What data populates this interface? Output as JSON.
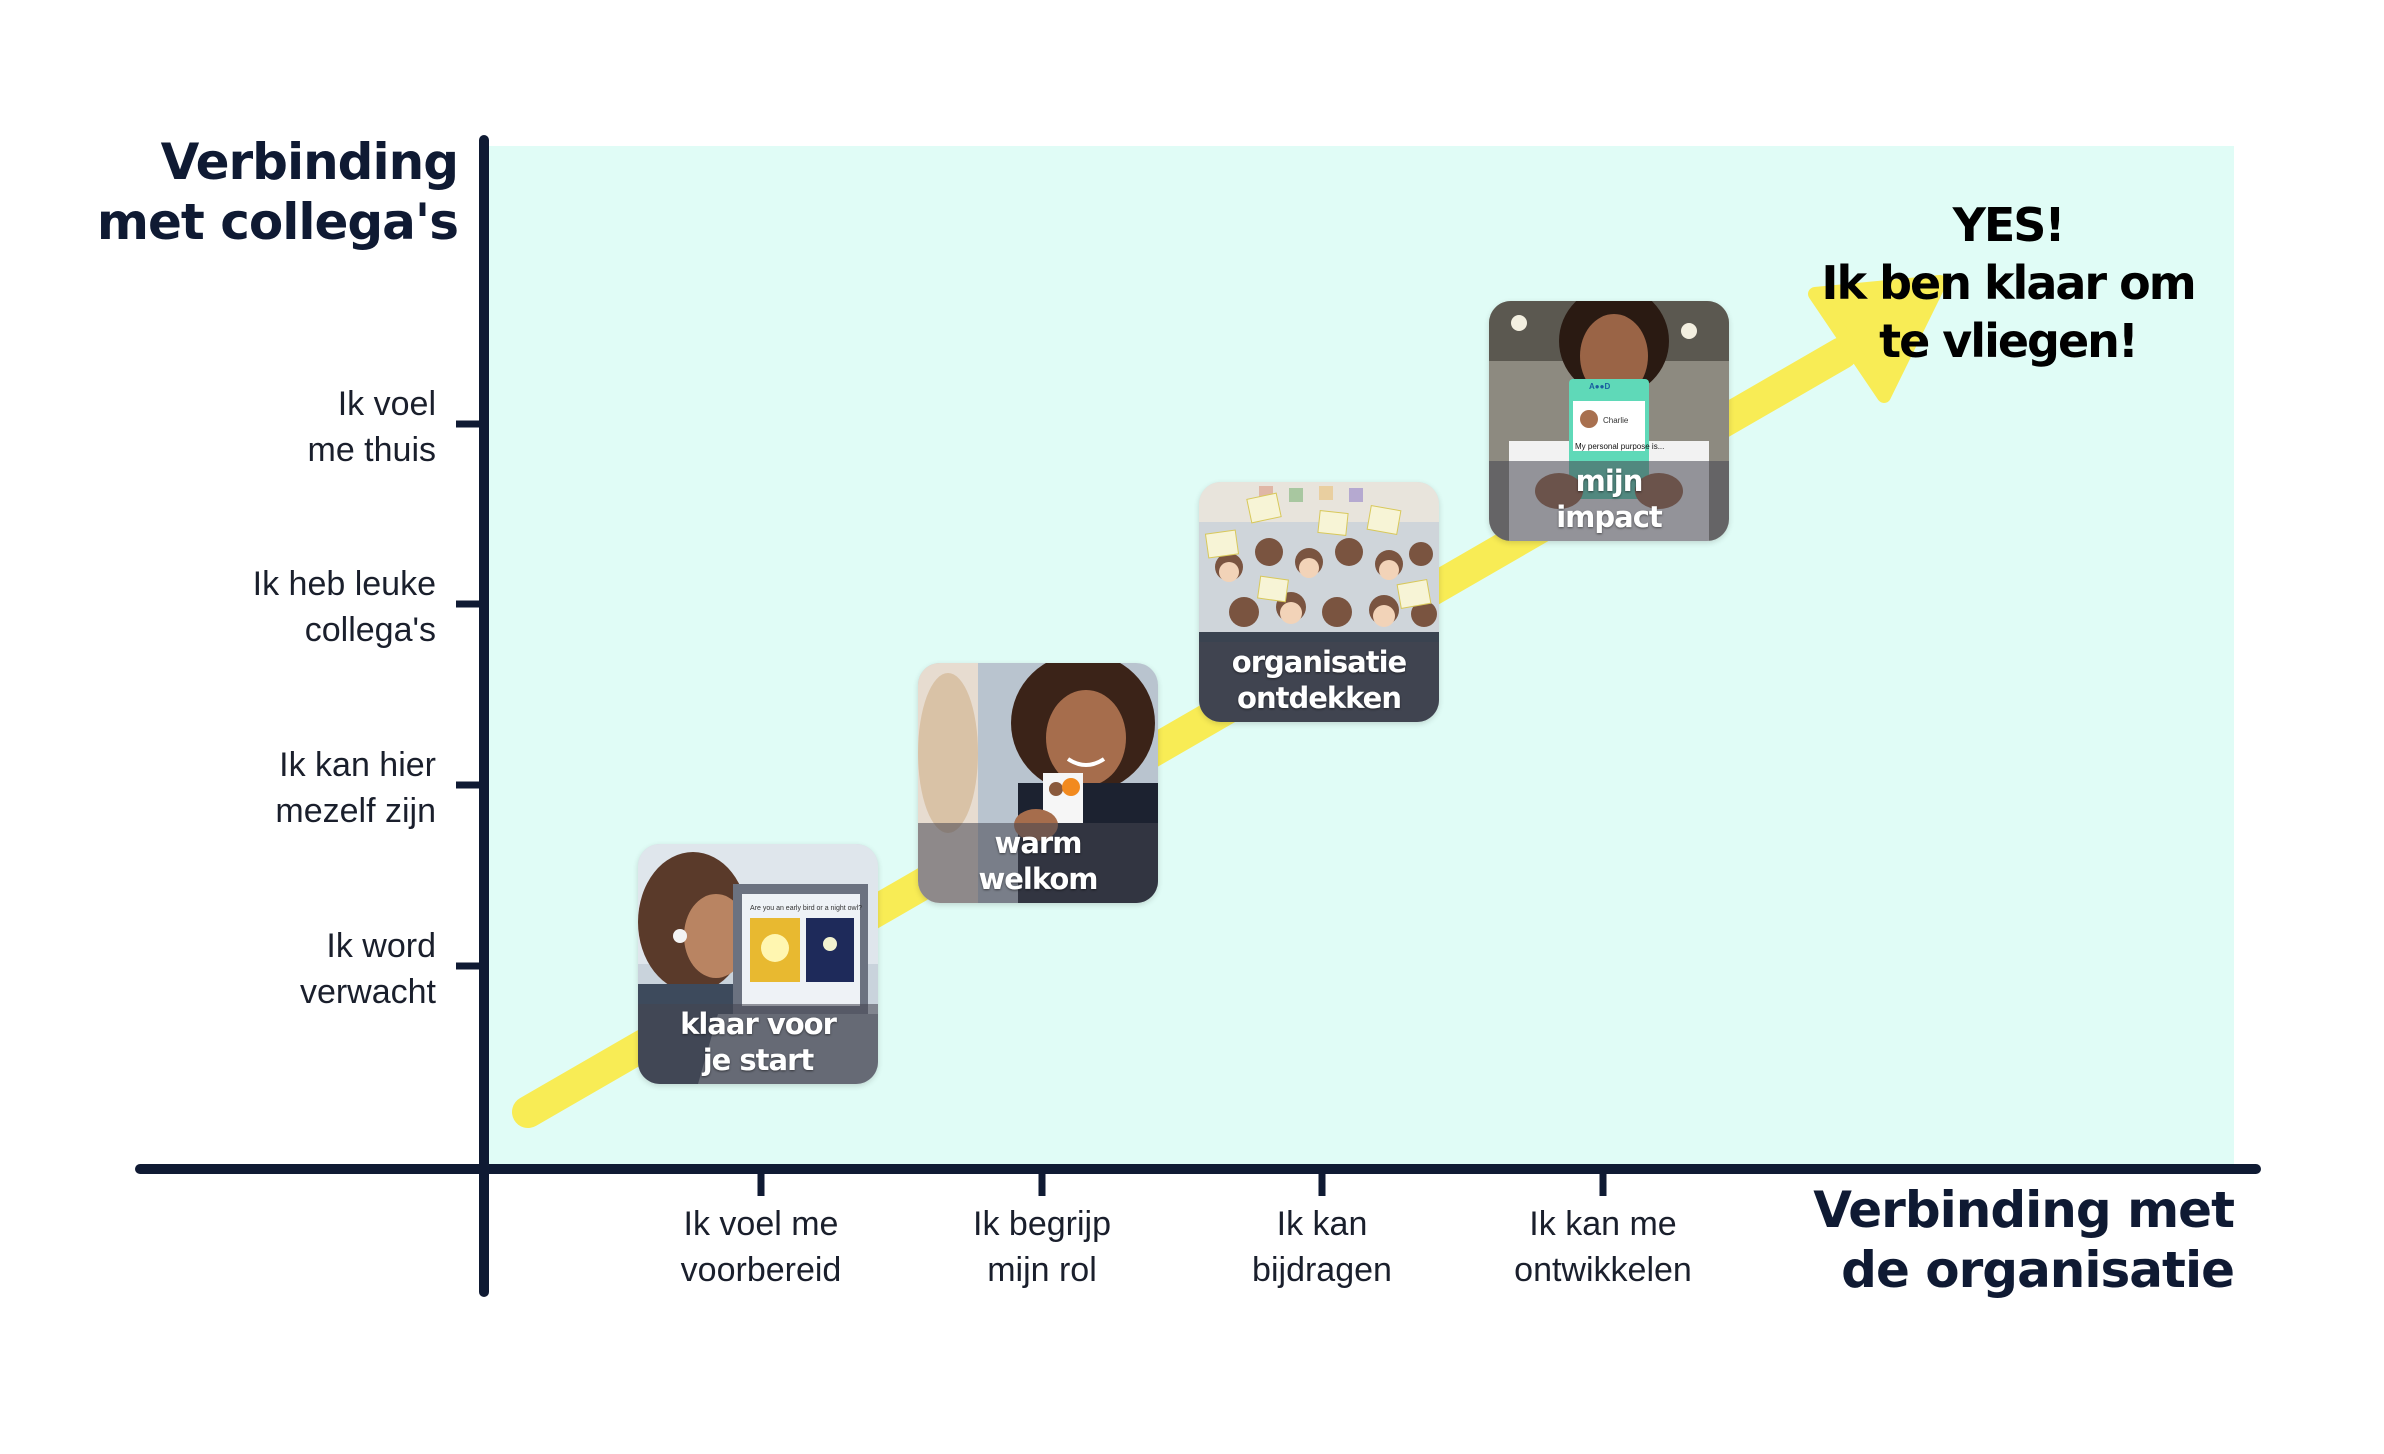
{
  "diagram": {
    "y_axis_title": "Verbinding\nmet collega's",
    "x_axis_title": "Verbinding met\nde organisatie",
    "y_ticks": [
      {
        "label": "Ik voel\nme thuis"
      },
      {
        "label": "Ik heb leuke\ncollega's"
      },
      {
        "label": "Ik kan hier\nmezelf zijn"
      },
      {
        "label": "Ik word\nverwacht"
      }
    ],
    "x_ticks": [
      {
        "label": "Ik voel me\nvoorbereid"
      },
      {
        "label": "Ik begrijp\nmijn rol"
      },
      {
        "label": "Ik kan\nbijdragen"
      },
      {
        "label": "Ik kan me\nontwikkelen"
      }
    ],
    "steps": [
      {
        "caption": "klaar voor\nje start",
        "photo": "woman-with-laptop-and-earbuds",
        "screen_text": "Are you an early bird or a night owl?"
      },
      {
        "caption": "warm\nwelkom",
        "photo": "smiling-woman-holding-card"
      },
      {
        "caption": "organisatie\nontdekken",
        "photo": "group-holding-certificates"
      },
      {
        "caption": "mijn\nimpact",
        "photo": "person-holding-badge-card",
        "card_name": "Charlie",
        "card_text": "My personal purpose is..."
      }
    ],
    "goal_text": "YES!\nIk ben klaar om\nte vliegen!",
    "colors": {
      "background_area": "#e0fcf6",
      "axis": "#0f1a33",
      "arrow": "#f8ec55"
    }
  }
}
